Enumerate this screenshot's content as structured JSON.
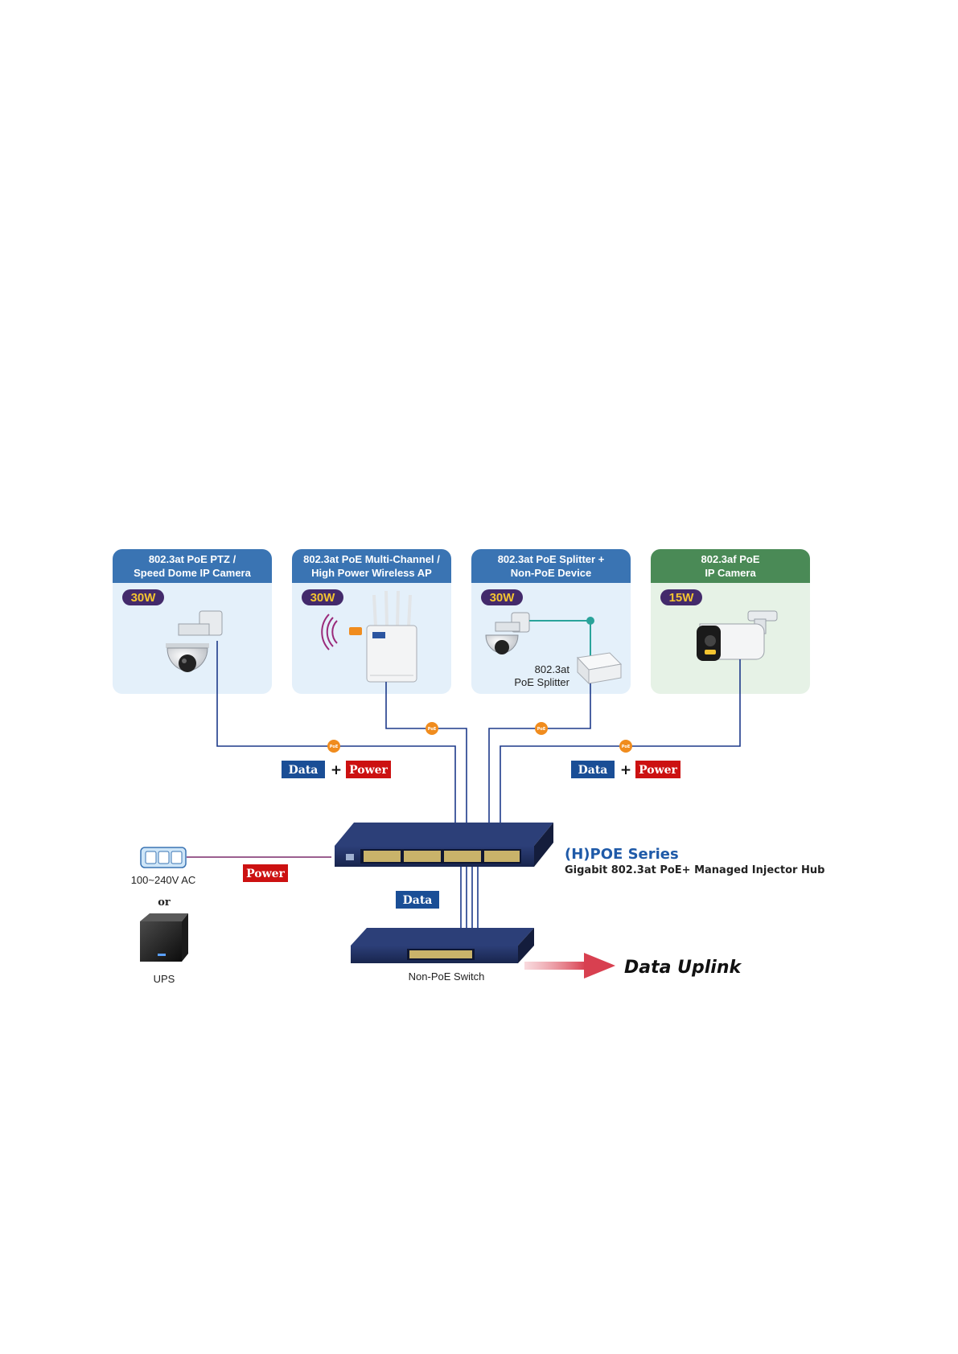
{
  "devices": [
    {
      "title_line1": "802.3at PoE PTZ /",
      "title_line2": "Speed Dome IP Camera",
      "watt": "30W",
      "icon": "ptz-camera-icon"
    },
    {
      "title_line1": "802.3at PoE Multi-Channel /",
      "title_line2": "High Power Wireless AP",
      "watt": "30W",
      "icon": "wireless-ap-icon"
    },
    {
      "title_line1": "802.3at PoE Splitter +",
      "title_line2": "Non-PoE Device",
      "watt": "30W",
      "icon": "splitter-camera-icon"
    },
    {
      "title_line1": "802.3af PoE",
      "title_line2": "IP Camera",
      "watt": "15W",
      "icon": "bullet-camera-icon"
    }
  ],
  "splitter_label_line1": "802.3at",
  "splitter_label_line2": "PoE Splitter",
  "tags": {
    "data": "Data",
    "power": "Power",
    "plus": "+"
  },
  "poe_badge": "PoE",
  "hub": {
    "series": "(H)POE Series",
    "subtitle": "Gigabit 802.3at PoE+ Managed Injector Hub"
  },
  "ac_label": "100~240V AC",
  "or_label": "or",
  "ups_label": "UPS",
  "switch_label": "Non-PoE Switch",
  "uplink_label": "Data Uplink",
  "colors": {
    "header_blue": "#3a74b3",
    "header_green": "#4a8a56",
    "panel_blue": "#e4f0fa",
    "panel_green": "#e6f2e6",
    "watt_badge": "#432a6b",
    "watt_text": "#f4c430",
    "line_blue": "#1d3a8a",
    "line_power": "#7a2a6a",
    "data_tag": "#1a4e96",
    "power_tag": "#cc1111",
    "poe_orange": "#f08c1e",
    "hub_navy": "#1f2f5c",
    "uplink_red": "#d84050"
  }
}
